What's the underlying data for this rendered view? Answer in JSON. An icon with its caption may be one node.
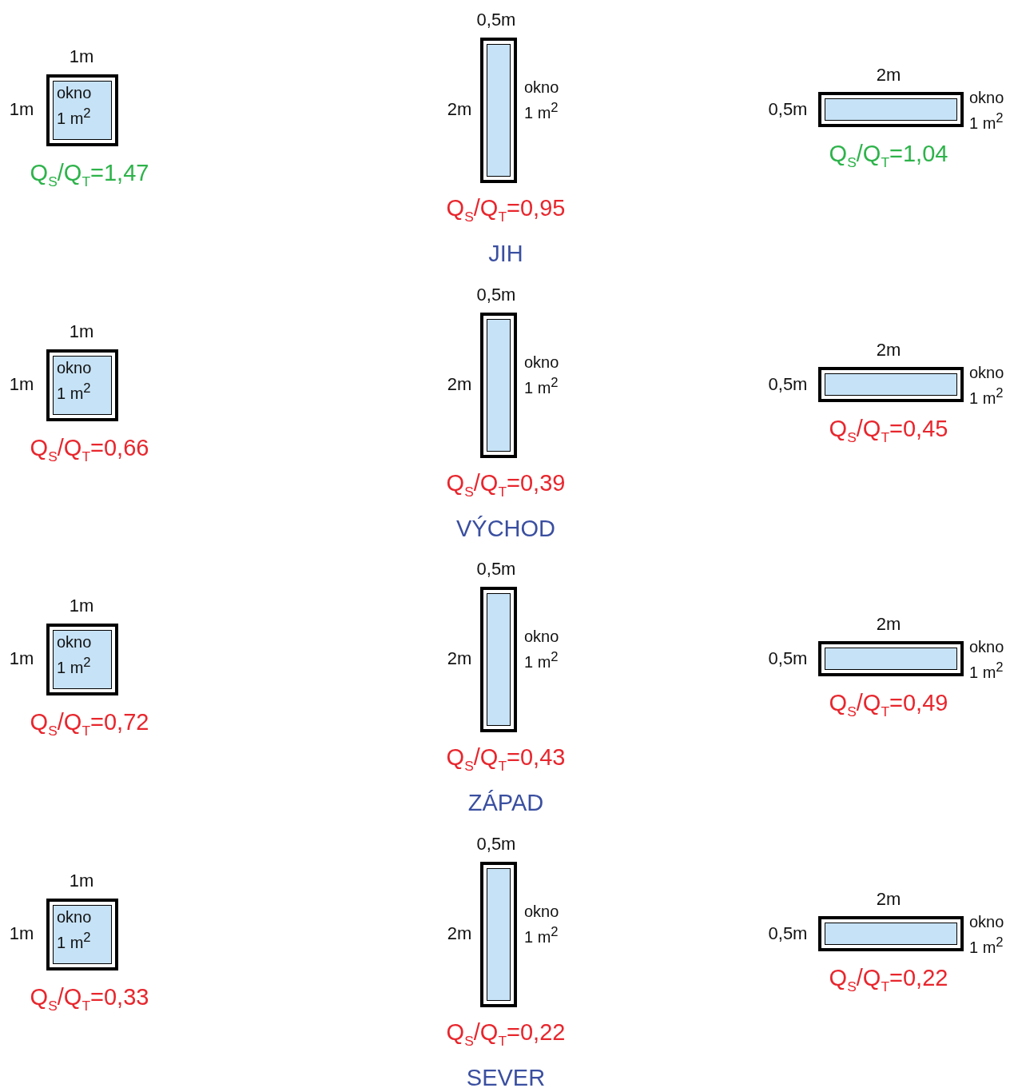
{
  "diagram": {
    "nodes": [
      {
        "text": [
          "okno 1 m$^{2}$"
        ],
        "beside": [
          "Q$_{S}$/Q$_{T}$=1,47"
        ]
      },
      {
        "text": [],
        "shape": "box",
        "beside": [
          "okno 1 m$^{2}$",
          "Q$_{S}$/Q$_{T}$=0,95"
        ]
      },
      {
        "text": [],
        "shape": "box",
        "beside": [
          "okno 1 m$^{2}$",
          "Q$_{S}$/Q$_{T}$=1,04"
        ]
      },
      {
        "text": [
          "okno 1 m$^{2}$"
        ],
        "beside": [
          "Q$_{S}$/Q$_{T}$=0,66"
        ]
      },
      {
        "text": [],
        "shape": "box",
        "beside": [
          "okno 1 m$^{2}$",
          "Q$_{S}$/Q$_{T}$=0,39"
        ]
      },
      {
        "text": [],
        "shape": "box",
        "beside": [
          "okno 1 m$^{2}$",
          "Q$_{S}$/Q$_{T}$=0,45"
        ]
      },
      {
        "text": [
          "okno 1 m$^{2}$"
        ],
        "beside": [
          "Q$_{S}$/Q$_{T}$=0,72"
        ]
      },
      {
        "text": [],
        "shape": "box",
        "beside": [
          "okno 1 m$^{2}$",
          "Q$_{S}$/Q$_{T}$=0,43"
        ]
      },
      {
        "text": [],
        "shape": "box",
        "beside": [
          "okno 1 m$^{2}$",
          "Q$_{S}$/Q$_{T}$=0,49"
        ]
      },
      {
        "text": [
          "okno 1 m$^{2}$"
        ],
        "beside": [
          "Q$_{S}$/Q$_{T}$=0,33"
        ]
      },
      {
        "text": [],
        "shape": "box",
        "beside": [
          "okno 1 m$^{2}$",
          "Q$_{S}$/Q$_{T}$=0,22"
        ]
      },
      {
        "text": [],
        "shape": "box",
        "beside": [
          "okno 1 m$^{2}$",
          "Q$_{S}$/Q$_{T}$=0,22"
        ]
      }
    ],
    "labels": [
      "0,5m",
      "1m",
      "2m",
      "1m",
      "2m",
      "0,5m",
      "JIH",
      "0,5m",
      "1m",
      "2m",
      "1m",
      "2m",
      "0,5m",
      "VÝCHOD",
      "0,5m",
      "1m",
      "2m",
      "1m",
      "2m",
      "0,5m",
      "ZÁPAD",
      "0,5m",
      "1m",
      "2m",
      "1m",
      "2m",
      "0,5m",
      "SEVER"
    ]
  }
}
